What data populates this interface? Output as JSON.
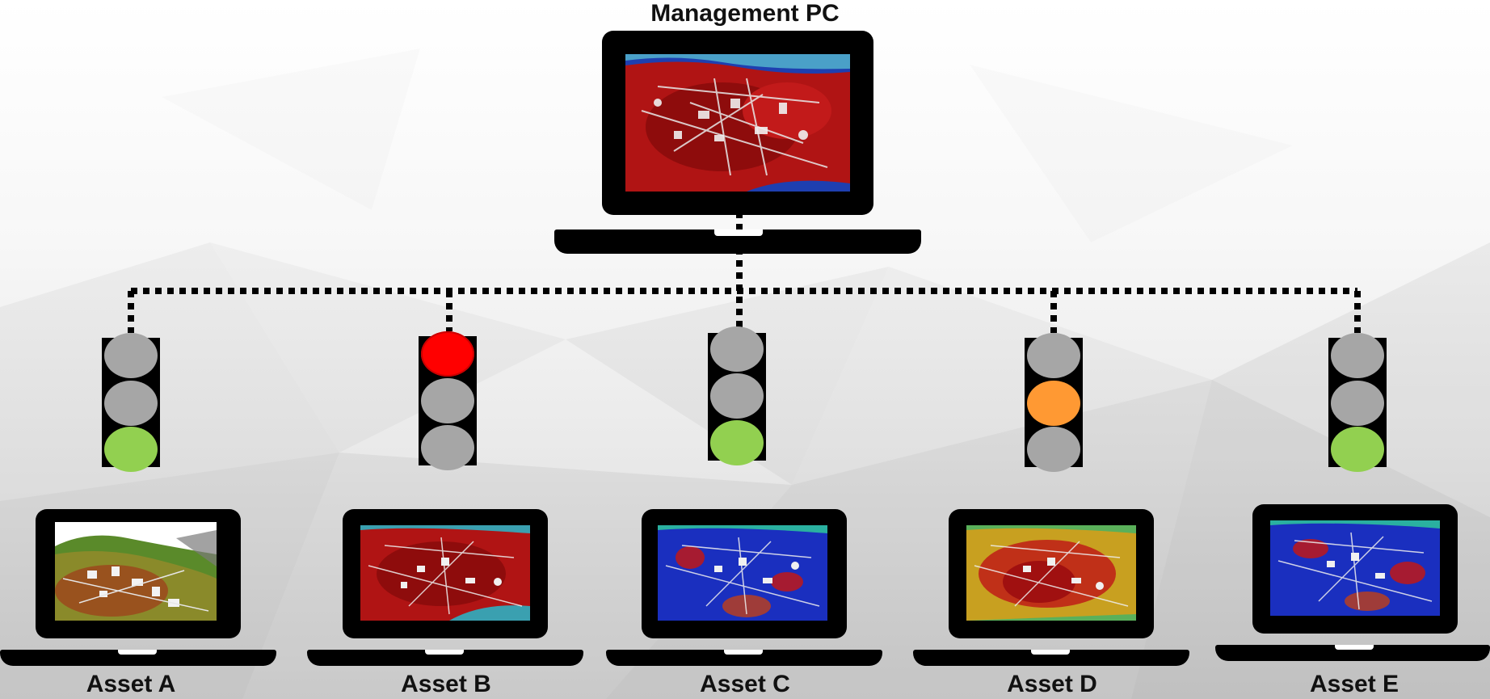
{
  "management": {
    "label": "Management PC"
  },
  "colors": {
    "lamp_off": "#a6a6a6",
    "red": "#ff0000",
    "amber": "#ff9933",
    "green": "#92d050",
    "heat_red": "#b01010",
    "heat_blue": "#1a2fbf",
    "terrain": "#8a8a2a"
  },
  "assets": [
    {
      "label": "Asset A",
      "status": "green",
      "screen": "terrain-plant-view"
    },
    {
      "label": "Asset B",
      "status": "red",
      "screen": "red-heatmap-plant-view"
    },
    {
      "label": "Asset C",
      "status": "green",
      "screen": "blue-heatmap-plant-view"
    },
    {
      "label": "Asset D",
      "status": "amber",
      "screen": "mixed-heatmap-plant-view"
    },
    {
      "label": "Asset E",
      "status": "green",
      "screen": "blue-heatmap-plant-view"
    }
  ],
  "icons": [
    "laptop-icon",
    "traffic-light-icon",
    "network-connector"
  ]
}
